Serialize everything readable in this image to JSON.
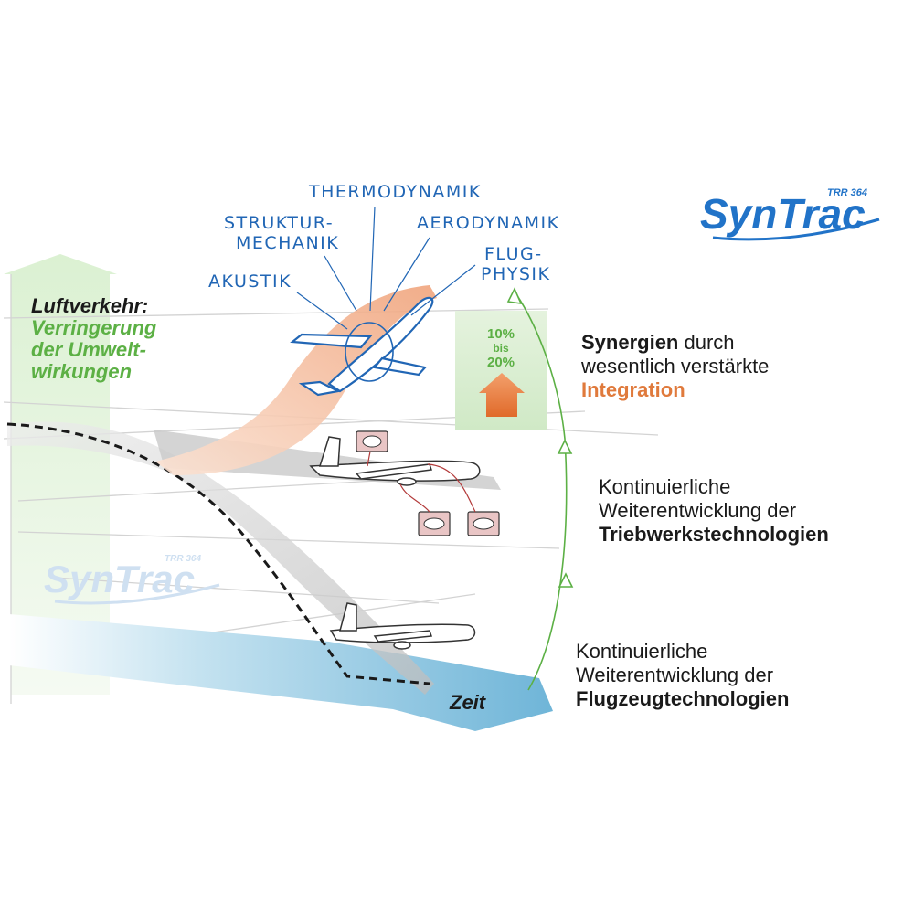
{
  "logo": {
    "name": "SynTrac",
    "sub": "TRR 364"
  },
  "watermark": {
    "name": "SynTrac",
    "sub": "TRR 364"
  },
  "disciplines": {
    "thermodynamik": "THERMODYNAMIK",
    "struktur_line1": "STRUKTUR-",
    "struktur_line2": "MECHANIK",
    "aerodynamik": "AERODYNAMIK",
    "akustik": "AKUSTIK",
    "flug_line1": "FLUG-",
    "flug_line2": "PHYSIK"
  },
  "left_label": {
    "title": "Luftverkehr:",
    "line1": "Verringerung",
    "line2": "der Umwelt-",
    "line3": "wirkungen"
  },
  "percent": {
    "top": "10%",
    "mid": "bis",
    "bottom": "20%"
  },
  "synergy": {
    "bold": "Synergien",
    "rest1": " durch",
    "line2": "wesentlich verstärkte",
    "line3": "Integration"
  },
  "engine": {
    "line1": "Kontinuierliche",
    "line2": "Weiterentwicklung der",
    "line3": "Triebwerkstechnologien"
  },
  "aircraft": {
    "line1": "Kontinuierliche",
    "line2": "Weiterentwicklung der",
    "line3": "Flugzeugtechnologien"
  },
  "time_label": "Zeit",
  "colors": {
    "blue": "#2173c8",
    "green": "#5cb045",
    "orange": "#e07a3c",
    "time_band": "#7cbcdc",
    "gray_band": "#c7c7c7"
  },
  "icons": {
    "plane_top": "blended-wing-aircraft-icon",
    "plane_mid": "airliner-icon",
    "plane_bottom": "airliner-icon",
    "engine": "engine-icon"
  }
}
